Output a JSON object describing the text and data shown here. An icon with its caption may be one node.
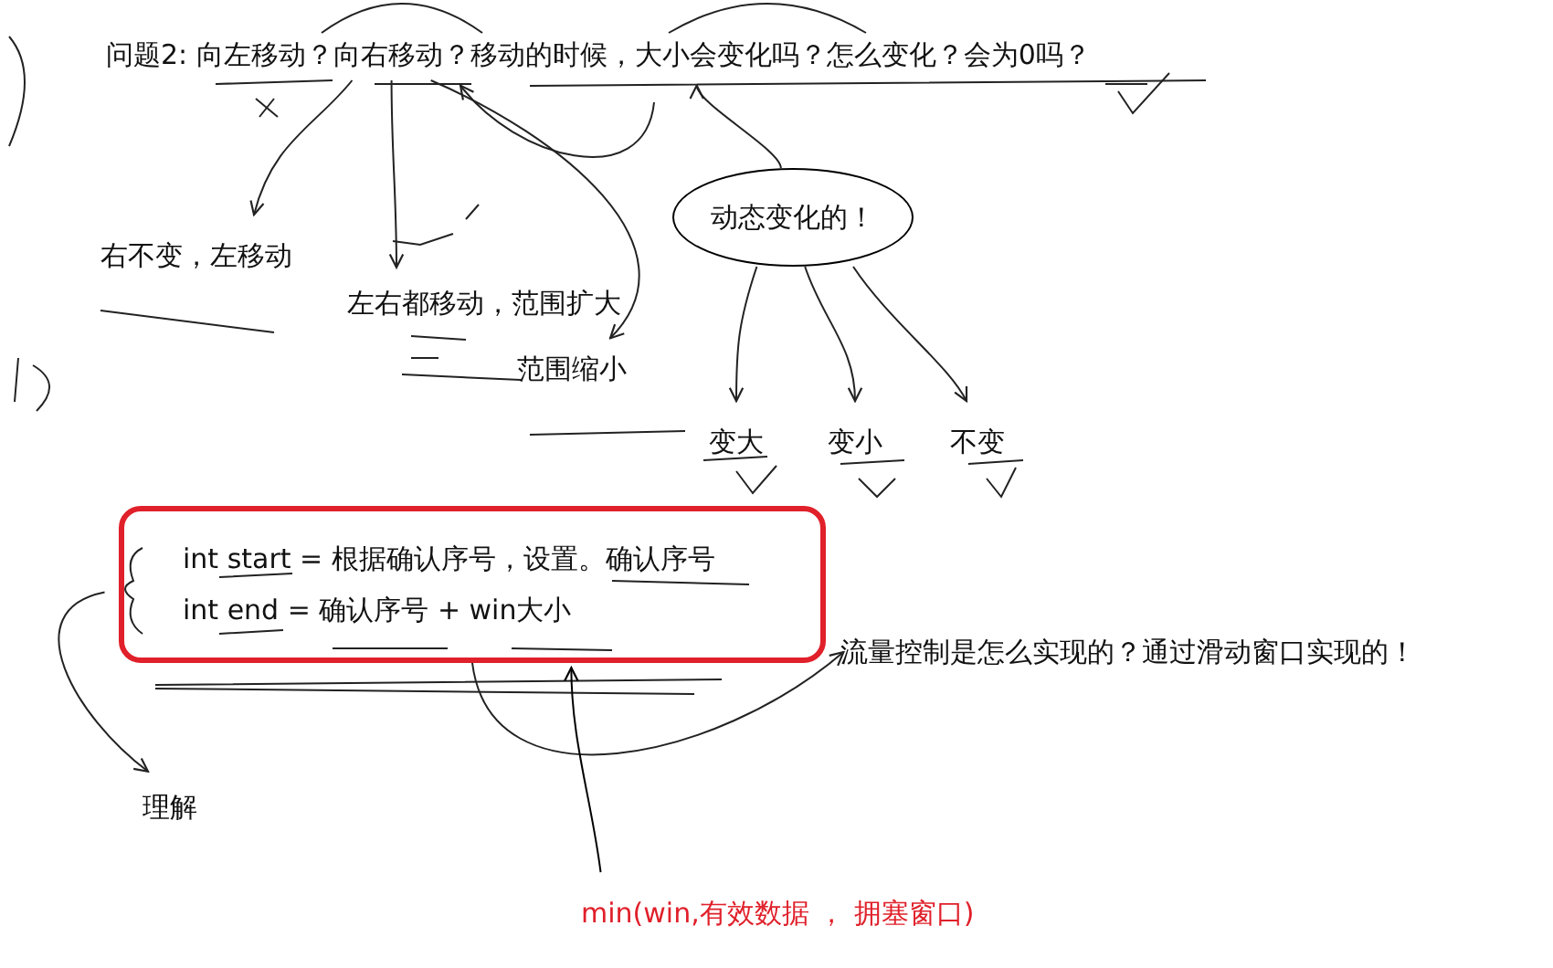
{
  "diagram": {
    "nodes": [
      {
        "text": [
          "问题2: 向左移动？向右移动？移动的时候，大小会变化吗？怎么变化？会为0吗？"
        ]
      },
      {
        "text": [
          "右不变，左移动"
        ]
      },
      {
        "text": [
          "左右都移动，范围扩大"
        ]
      },
      {
        "text": [
          "范围缩小"
        ]
      },
      {
        "text": [
          "动态变化的！"
        ]
      },
      {
        "text": [
          "变大"
        ]
      },
      {
        "text": [
          "变小"
        ]
      },
      {
        "text": [
          "不变"
        ]
      },
      {
        "text": [
          "int start = 根据确认序号，设置。确认序号",
          "int end =  确认序号 + win大小"
        ]
      },
      {
        "text": [
          "流量控制是怎么实现的？通过滑动窗口实现的！"
        ]
      },
      {
        "text": [
          "理解"
        ]
      },
      {
        "text": [
          "min(win,有效数据 ， 拥塞窗口)"
        ]
      }
    ],
    "edges": [
      {
        "from": 0,
        "to": 1,
        "arrow": "to"
      },
      {
        "from": 0,
        "to": 2,
        "arrow": "to"
      },
      {
        "from": 0,
        "to": 3,
        "arrow": "to"
      },
      {
        "from": null,
        "to": 0,
        "arrow": "to"
      },
      {
        "from": 4,
        "to": 0,
        "arrow": "to"
      },
      {
        "from": 4,
        "to": 5,
        "arrow": "to"
      },
      {
        "from": 4,
        "to": 6,
        "arrow": "to"
      },
      {
        "from": 4,
        "to": 7,
        "arrow": "to"
      },
      {
        "from": 8,
        "to": 9,
        "arrow": "to"
      },
      {
        "from": 8,
        "to": 10,
        "arrow": "to"
      },
      {
        "from": 11,
        "to": 8,
        "arrow": "to",
        "color": "#000000"
      }
    ]
  }
}
